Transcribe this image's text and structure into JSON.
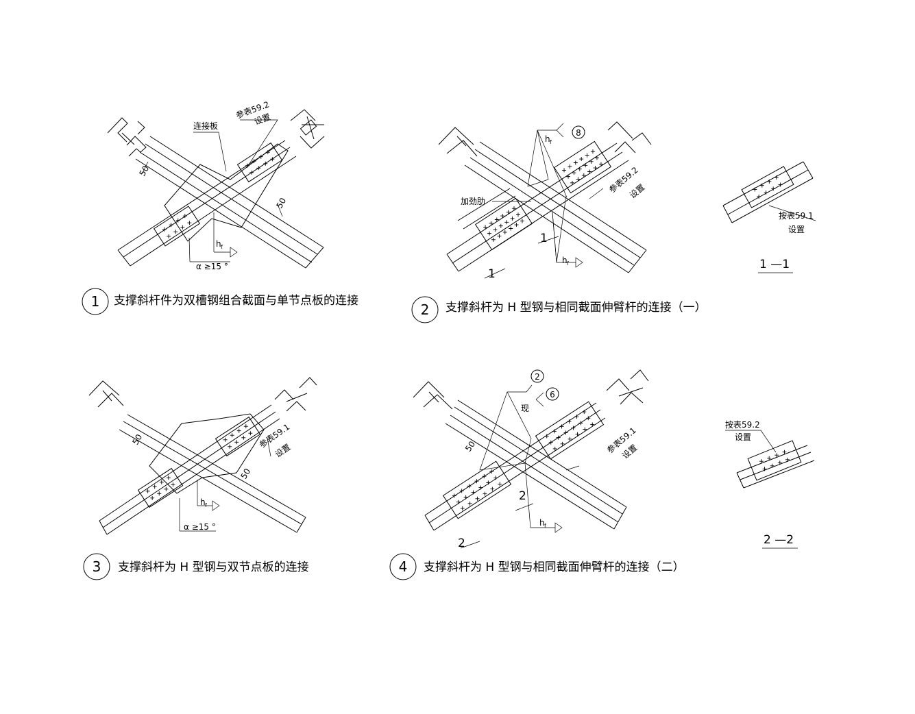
{
  "detail1": {
    "number": "1",
    "caption": "支撑斜杆件为双槽钢组合截面与单节点板的连接",
    "label_plate": "连接板",
    "label_ref_a": "参表59.2",
    "label_ref_b": "设置",
    "dim_a": "50",
    "dim_b": "50",
    "weld": "h",
    "weld_sub": "f",
    "angle": "α ≥15 °"
  },
  "detail2": {
    "number": "2",
    "caption": "支撑斜杆为 H 型钢与相同截面伸臂杆的连接（一）",
    "label_stiffener": "加劲肋",
    "label_ref_a": "参表59.2",
    "label_ref_b": "设置",
    "weld": "h",
    "weld_sub": "f",
    "weld_top": "h",
    "weld_top_sub": "f",
    "circle_mark": "8",
    "cut_mark": "1"
  },
  "section1": {
    "title": "1 —1",
    "label_a": "按表59.1",
    "label_b": "设置"
  },
  "detail3": {
    "number": "3",
    "caption": "支撑斜杆为 H 型钢与双节点板的连接",
    "label_ref_a": "参表59.1",
    "label_ref_b": "设置",
    "dim_a": "50",
    "dim_b": "50",
    "weld": "h",
    "weld_sub": "f",
    "angle": "α ≥15 °"
  },
  "detail4": {
    "number": "4",
    "caption": "支撑斜杆为 H 型钢与相同截面伸臂杆的连接（二）",
    "label_ref_a": "参表59.1",
    "label_ref_b": "设置",
    "dim_a": "50",
    "weld": "h",
    "weld_sub": "f",
    "circle_mark_a": "2",
    "circle_mark_b": "6",
    "weld_label": "现",
    "cut_mark": "2"
  },
  "section2": {
    "title": "2 —2",
    "label_a": "按表59.2",
    "label_b": "设置"
  }
}
